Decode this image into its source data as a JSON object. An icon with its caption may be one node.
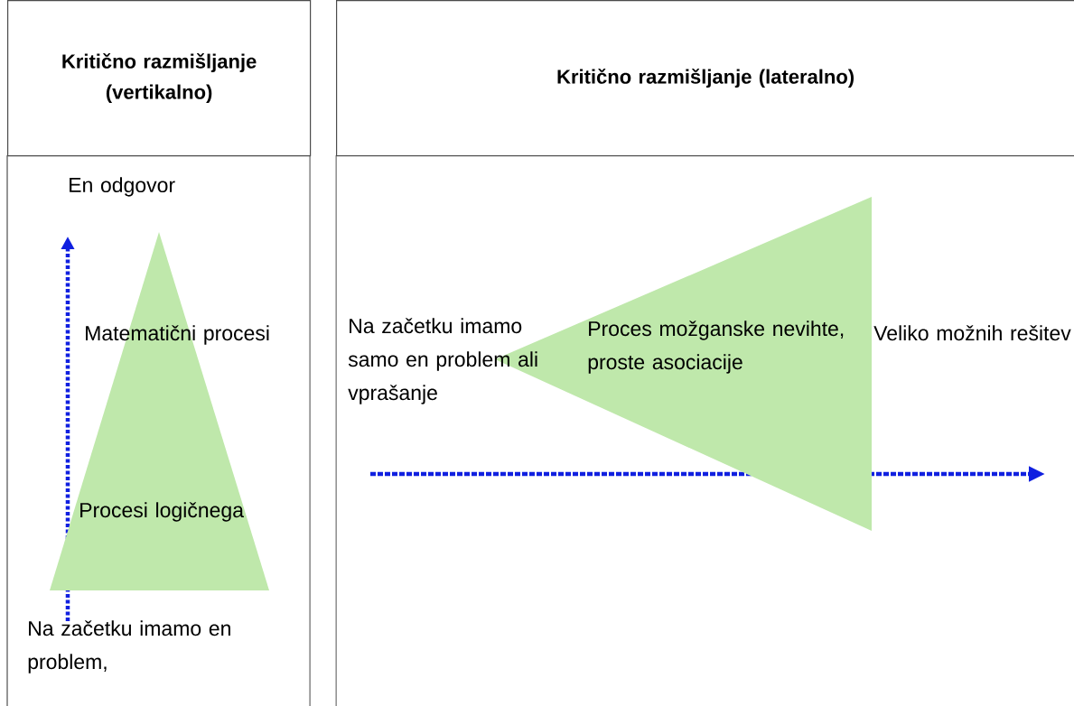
{
  "diagram": {
    "nodes": [
      {
        "text": [
          "Kritično razmišljanje (vertikalno)"
        ]
      },
      {
        "text": [
          "Kritično razmišljanje (lateralno)"
        ]
      },
      {
        "text": [
          "Matematični procesi",
          "Procesi logičnega"
        ]
      },
      {
        "text": [
          "Proces možganske nevihte, proste asociacije"
        ]
      }
    ],
    "labels": [
      "En odgovor",
      "Na začetku imamo en problem,",
      "Na začetku imamo samo en problem ali vprašanje",
      "Veliko možnih rešitev"
    ]
  }
}
